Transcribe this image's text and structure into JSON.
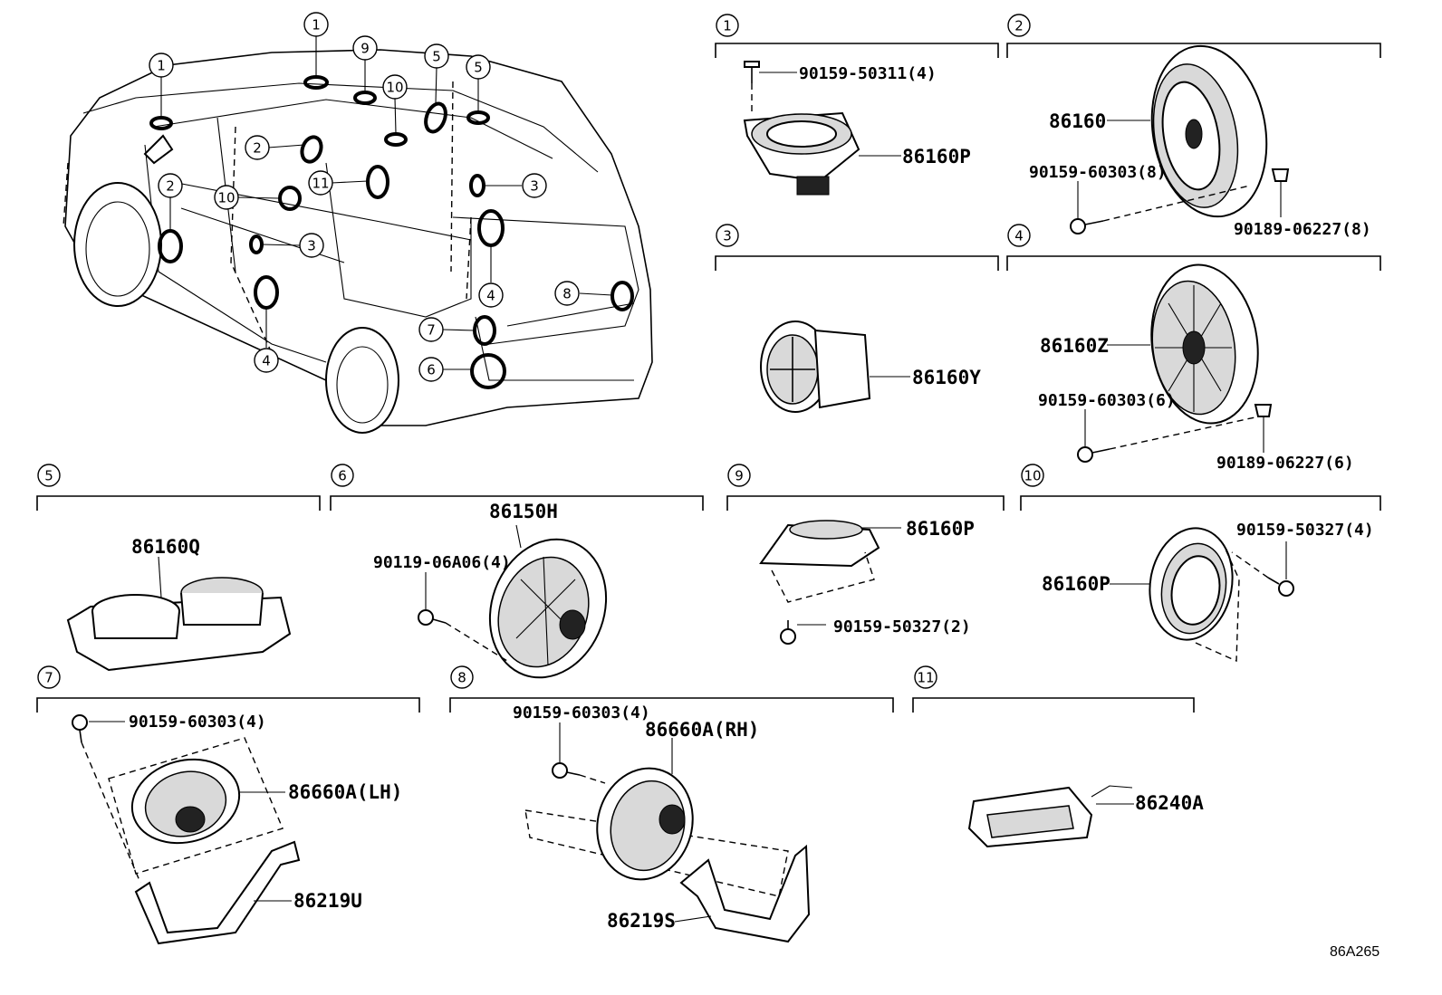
{
  "diagram_id": "86A265",
  "sections": [
    {
      "num": "1",
      "parts": [
        {
          "label": "90159-50311(4)"
        },
        {
          "label": "86160P"
        }
      ]
    },
    {
      "num": "2",
      "parts": [
        {
          "label": "86160"
        },
        {
          "label": "90159-60303(8)"
        },
        {
          "label": "90189-06227(8)"
        }
      ]
    },
    {
      "num": "3",
      "parts": [
        {
          "label": "86160Y"
        }
      ]
    },
    {
      "num": "4",
      "parts": [
        {
          "label": "86160Z"
        },
        {
          "label": "90159-60303(6)"
        },
        {
          "label": "90189-06227(6)"
        }
      ]
    },
    {
      "num": "5",
      "parts": [
        {
          "label": "86160Q"
        }
      ]
    },
    {
      "num": "6",
      "parts": [
        {
          "label": "86150H"
        },
        {
          "label": "90119-06A06(4)"
        }
      ]
    },
    {
      "num": "9",
      "parts": [
        {
          "label": "86160P"
        },
        {
          "label": "90159-50327(2)"
        }
      ]
    },
    {
      "num": "10",
      "parts": [
        {
          "label": "90159-50327(4)"
        },
        {
          "label": "86160P"
        }
      ]
    },
    {
      "num": "7",
      "parts": [
        {
          "label": "90159-60303(4)"
        },
        {
          "label": "86660A(LH)"
        },
        {
          "label": "86219U"
        }
      ]
    },
    {
      "num": "8",
      "parts": [
        {
          "label": "90159-60303(4)"
        },
        {
          "label": "86660A(RH)"
        },
        {
          "label": "86219S"
        }
      ]
    },
    {
      "num": "11",
      "parts": [
        {
          "label": "86240A"
        }
      ]
    }
  ],
  "vehicle_callouts": [
    "1",
    "1",
    "9",
    "10",
    "5",
    "5",
    "2",
    "10",
    "11",
    "2",
    "3",
    "3",
    "4",
    "4",
    "8",
    "7",
    "6"
  ],
  "icons": [
    "vehicle-outline",
    "speaker",
    "tweeter",
    "screw",
    "clip",
    "bracket",
    "amplifier"
  ]
}
